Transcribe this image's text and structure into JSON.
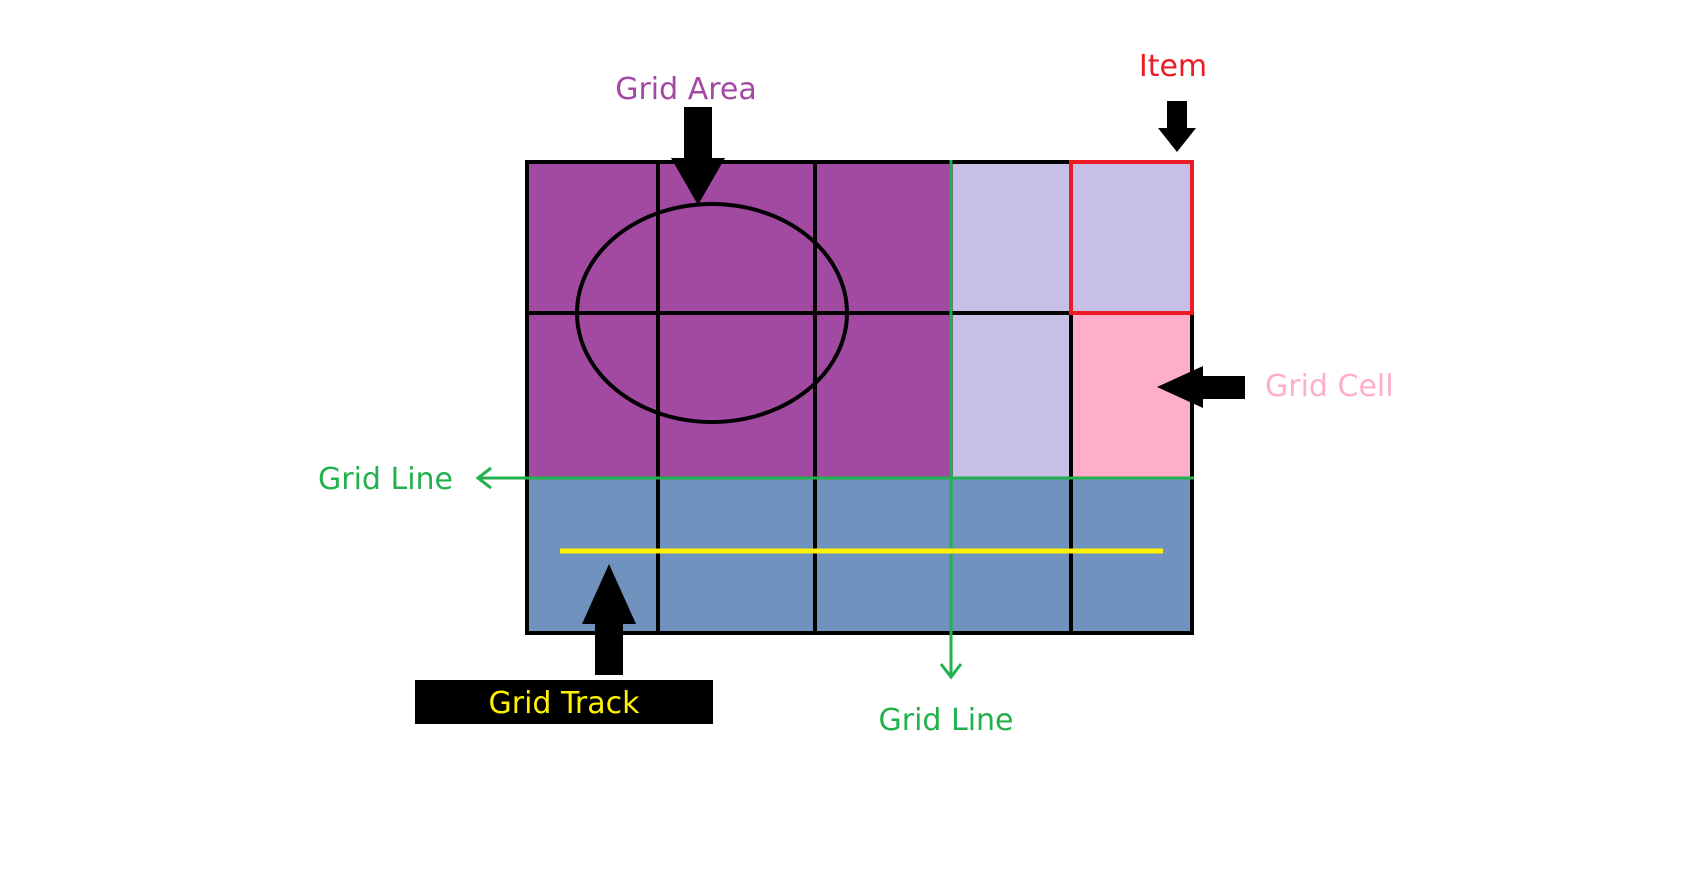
{
  "labels": {
    "grid_area": "Grid Area",
    "item": "Item",
    "grid_cell": "Grid Cell",
    "grid_line_left": "Grid Line",
    "grid_line_bottom": "Grid Line",
    "grid_track": "Grid Track"
  },
  "colors": {
    "area_purple": "#a24aa2",
    "light_lavender": "#c8bfe6",
    "pink": "#feaec9",
    "blue": "#7092be",
    "green": "#22b14c",
    "red": "#ed1c24",
    "yellow": "#fff200",
    "black": "#000000",
    "grid_area_text": "#a349a4",
    "grid_cell_text": "#ffaec9"
  }
}
